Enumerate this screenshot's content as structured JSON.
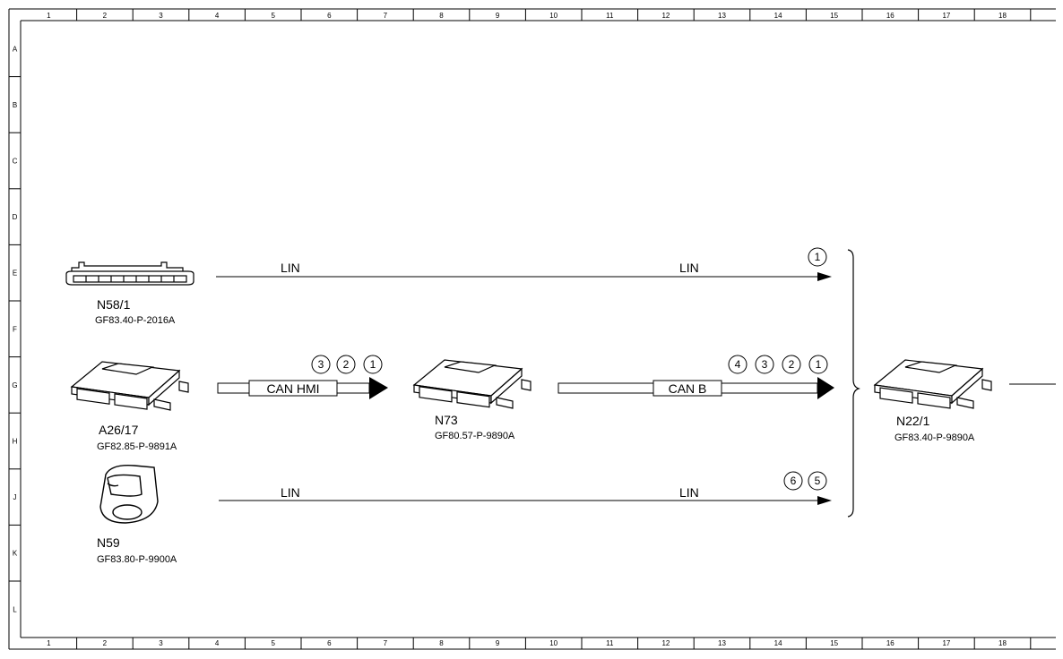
{
  "grid": {
    "columns": [
      "1",
      "2",
      "3",
      "4",
      "5",
      "6",
      "7",
      "8",
      "9",
      "10",
      "11",
      "12",
      "13",
      "14",
      "15",
      "16",
      "17",
      "18"
    ],
    "rows": [
      "A",
      "B",
      "C",
      "D",
      "E",
      "F",
      "G",
      "H",
      "J",
      "K",
      "L"
    ]
  },
  "components": {
    "n58_1": {
      "name": "N58/1",
      "doc": "GF83.40-P-2016A"
    },
    "a26_17": {
      "name": "A26/17",
      "doc": "GF82.85-P-9891A"
    },
    "n59": {
      "name": "N59",
      "doc": "GF83.80-P-9900A"
    },
    "n73": {
      "name": "N73",
      "doc": "GF80.57-P-9890A"
    },
    "n22_1": {
      "name": "N22/1",
      "doc": "GF83.40-P-9890A"
    }
  },
  "connections": {
    "top": {
      "label_left": "LIN",
      "label_right": "LIN",
      "numbers": [
        "1"
      ]
    },
    "mid_left": {
      "label": "CAN HMI",
      "numbers": [
        "3",
        "2",
        "1"
      ]
    },
    "mid_right": {
      "label": "CAN B",
      "numbers": [
        "4",
        "3",
        "2",
        "1"
      ]
    },
    "bottom": {
      "label_left": "LIN",
      "label_right": "LIN",
      "numbers": [
        "6",
        "5"
      ]
    }
  },
  "colors": {
    "line": "#000000",
    "background": "#ffffff",
    "fill": "#ffffff"
  }
}
